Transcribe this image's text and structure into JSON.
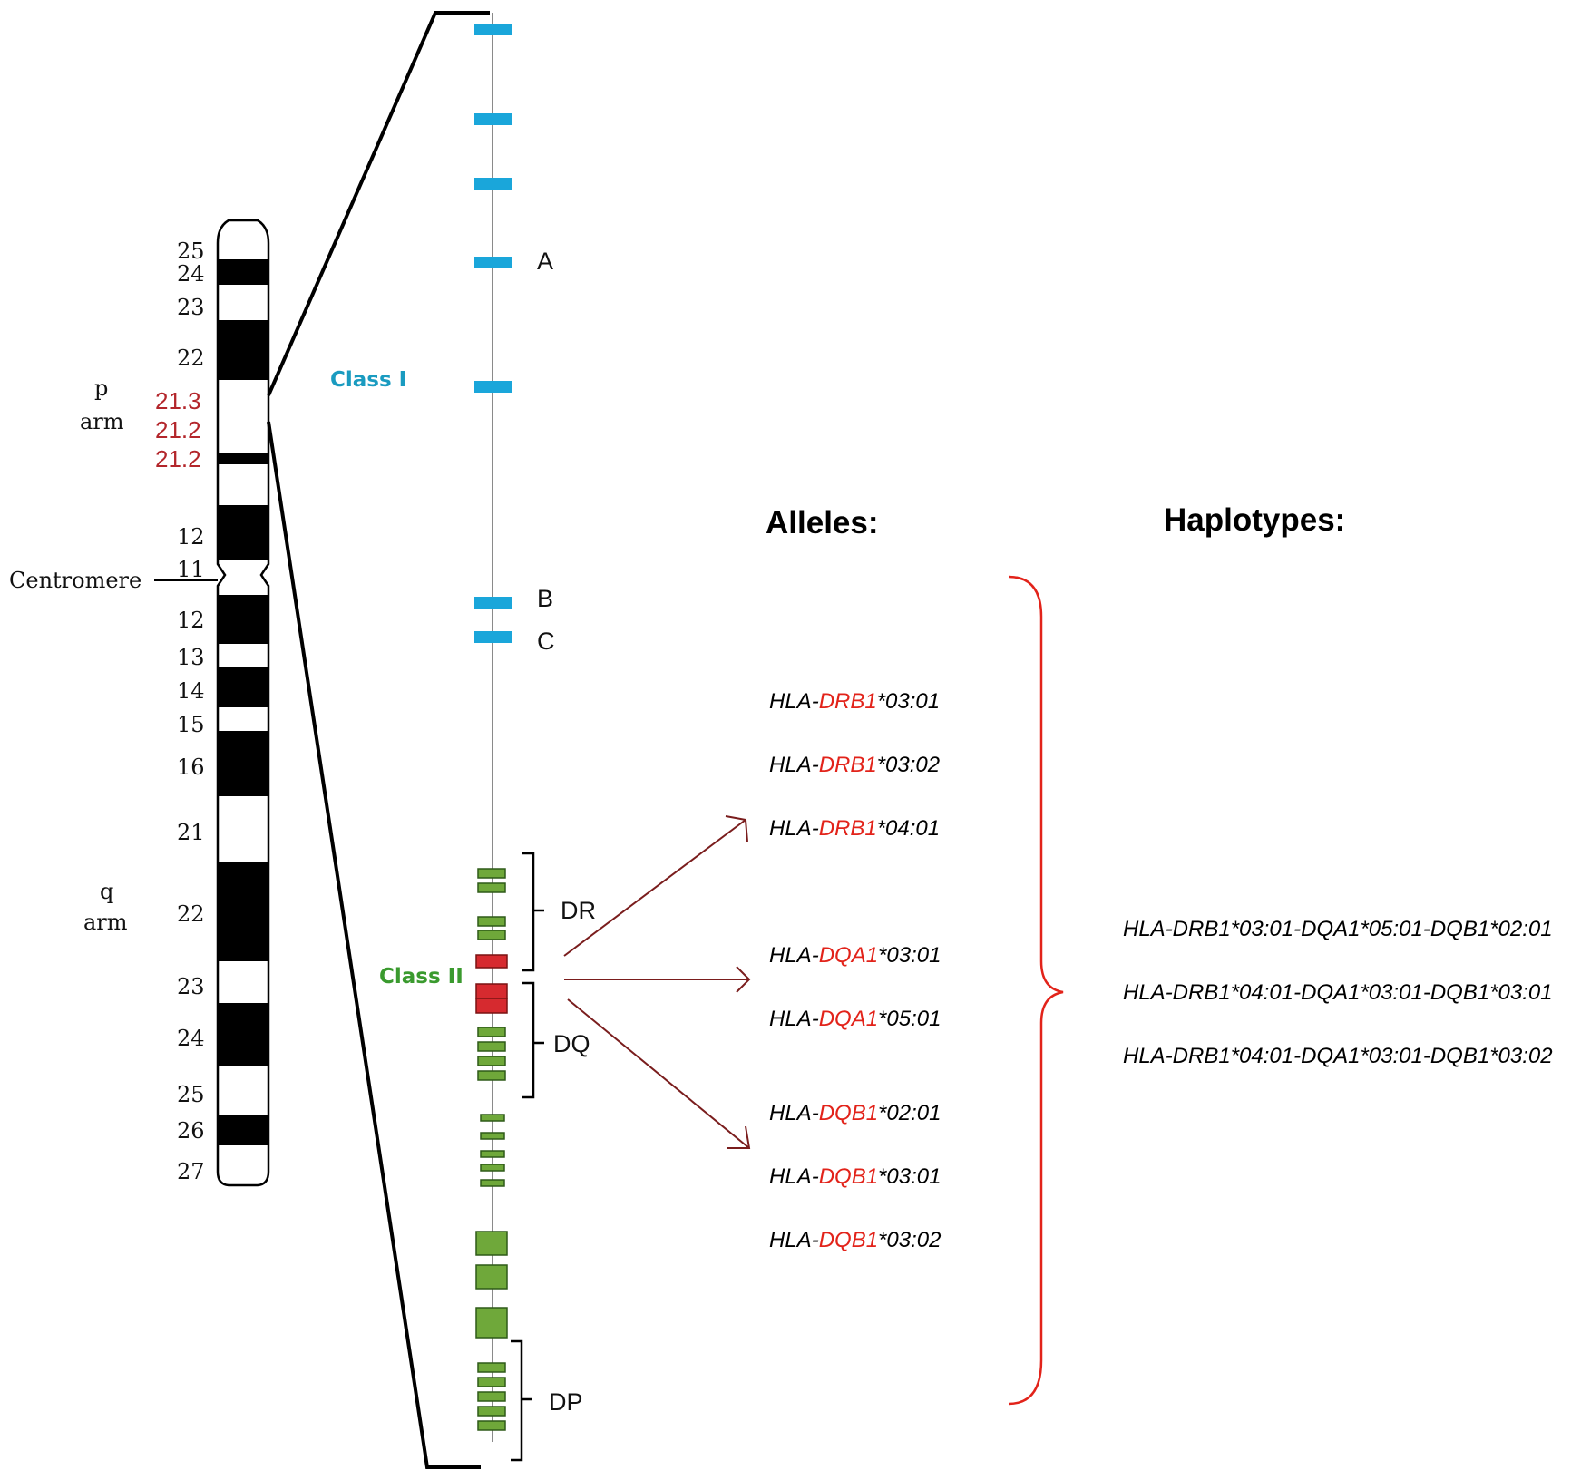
{
  "chromosome": {
    "p_bands": [
      "25",
      "24",
      "23",
      "22",
      "21.3",
      "21.2",
      "21.2",
      "12",
      "11"
    ],
    "q_bands": [
      "12",
      "13",
      "14",
      "15",
      "16",
      "21",
      "22",
      "23",
      "24",
      "25",
      "26",
      "27"
    ],
    "p_arm_label": [
      "p",
      "arm"
    ],
    "q_arm_label": [
      "q",
      "arm"
    ],
    "centromere_label": "Centromere"
  },
  "classes": {
    "class_one": "Class I",
    "class_two": "Class II",
    "class_one_color": "#1a9bc0",
    "class_two_color": "#3a9a2e"
  },
  "genes": {
    "a": "A",
    "b": "B",
    "c": "C",
    "dr": "DR",
    "dq": "DQ",
    "dp": "DP"
  },
  "colors": {
    "class_one_gene": "#1aa6da",
    "class_two_gene": "#6fa83a",
    "class_two_highlight": "#d62a2f",
    "arrow": "#7a1d1d",
    "brace": "#e2231a",
    "allele_locus": "#e2231a"
  },
  "headings": {
    "alleles": "Alleles:",
    "haplotypes": "Haplotypes:"
  },
  "alleles": [
    {
      "prefix": "HLA-",
      "locus": "DRB1",
      "suffix": "*03:01"
    },
    {
      "prefix": "HLA-",
      "locus": "DRB1",
      "suffix": "*03:02"
    },
    {
      "prefix": "HLA-",
      "locus": "DRB1",
      "suffix": "*04:01"
    },
    {
      "prefix": "HLA-",
      "locus": "DQA1",
      "suffix": "*03:01"
    },
    {
      "prefix": "HLA-",
      "locus": "DQA1",
      "suffix": "*05:01"
    },
    {
      "prefix": "HLA-",
      "locus": "DQB1",
      "suffix": "*02:01"
    },
    {
      "prefix": "HLA-",
      "locus": "DQB1",
      "suffix": "*03:01"
    },
    {
      "prefix": "HLA-",
      "locus": "DQB1",
      "suffix": "*03:02"
    }
  ],
  "haplotypes": [
    "HLA-DRB1*03:01-DQA1*05:01-DQB1*02:01",
    "HLA-DRB1*04:01-DQA1*03:01-DQB1*03:01",
    "HLA-DRB1*04:01-DQA1*03:01-DQB1*03:02"
  ]
}
